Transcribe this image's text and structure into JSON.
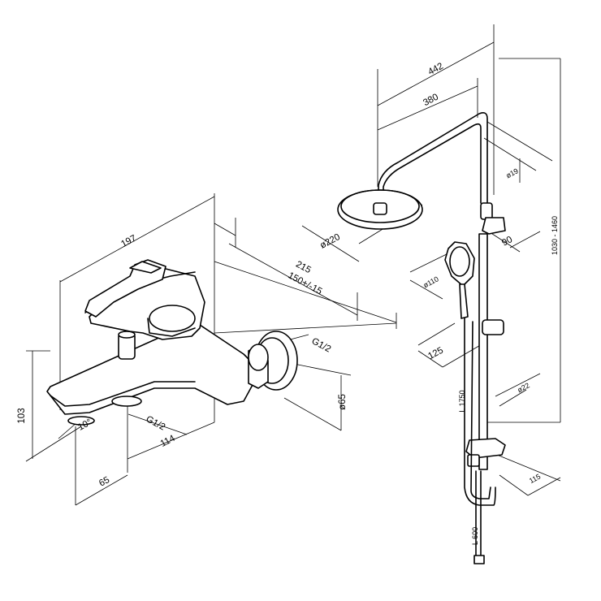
{
  "mixer": {
    "width_197": "197",
    "depth_215": "215",
    "spacing_150": "150+/-15",
    "thread_g12_top": "G1/2",
    "height_103": "103",
    "angle_10": "10°",
    "thread_g12_bottom": "G1/2",
    "spout_114": "114",
    "offset_65": "65",
    "flange_65": "ø65"
  },
  "shower": {
    "width_442": "442",
    "arm_380": "380",
    "pipe_19": "ø19",
    "height_range": "1030 - 1460",
    "head_220": "ø220",
    "holder_90": "90",
    "hand_110": "ø110",
    "hand_125": "125",
    "bar_22": "ø22",
    "hose_1750": "L 1750",
    "bracket_115": "115",
    "hose_600": "L 600"
  }
}
